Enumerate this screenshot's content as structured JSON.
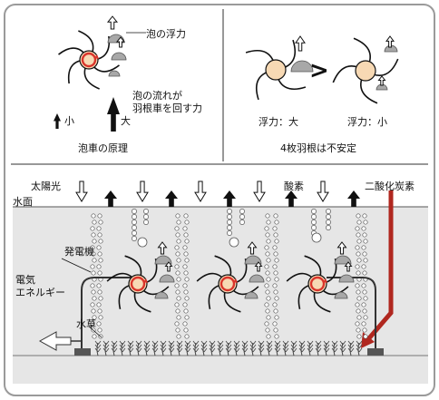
{
  "top_left": {
    "bubble_buoyancy_label": "泡の浮力",
    "flow_label_line1": "泡の流れが",
    "flow_label_line2": "羽根車を回す力",
    "small_label": "小",
    "large_label": "大",
    "caption": "泡車の原理"
  },
  "top_right": {
    "compare_symbol": ">",
    "left_label": "浮力：大",
    "right_label": "浮力：小",
    "caption": "4枚羽根は不安定"
  },
  "bottom": {
    "sunlight_label": "太陽光",
    "water_surface_label": "水面",
    "oxygen_label": "酸素",
    "co2_label": "二酸化炭素",
    "generator_label": "発電機",
    "electric_energy_line1": "電気",
    "electric_energy_line2": "エネルギー",
    "waterweed_label": "水草"
  },
  "colors": {
    "border": "#9a9a9a",
    "water": "#e6e6e6",
    "hub_fill": "#f7d9b4",
    "generator_ring": "#d9342b",
    "co2_arrow": "#b0271f",
    "bubble_gray": "#a8a8a8"
  }
}
